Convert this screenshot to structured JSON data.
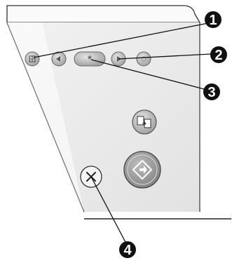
{
  "callouts": [
    {
      "number": "1",
      "target": "setup-menu-button"
    },
    {
      "number": "2",
      "target": "arrow-buttons-and-ok"
    },
    {
      "number": "3",
      "target": "asterisk-button"
    },
    {
      "number": "4",
      "target": "cancel-button"
    }
  ],
  "buttons": {
    "asterisk": "*"
  },
  "icons": {
    "setup": "setup-menu-icon",
    "left": "left-arrow-icon",
    "right": "right-arrow-icon",
    "ok": "ok-icon",
    "copy": "copy-icon",
    "start": "start-diamond-icon",
    "cancel": "cancel-x-icon"
  },
  "colors": {
    "panel": "#e6e6e6",
    "panel_top": "#f7f7f7",
    "button": "#c8c8c8",
    "callout": "#111111"
  }
}
